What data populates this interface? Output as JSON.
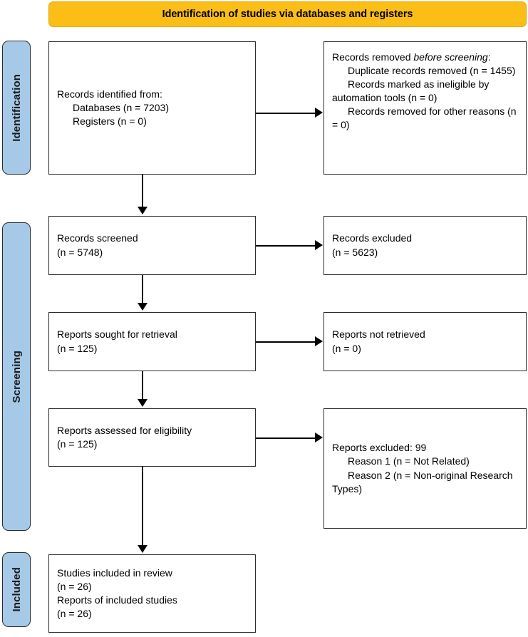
{
  "banner": {
    "title": "Identification of studies via databases and registers",
    "color": "#FBBE17"
  },
  "phases": [
    {
      "key": "identification",
      "label": "Identification"
    },
    {
      "key": "screening",
      "label": "Screening"
    },
    {
      "key": "included",
      "label": "Included"
    }
  ],
  "phase_bar_color": "#A6C9E8",
  "boxes": {
    "records_identified": {
      "line1": "Records identified from:",
      "line2": "Databases (n = 7203)",
      "line3": "Registers (n = 0)"
    },
    "records_removed": {
      "lead_plain": "Records removed ",
      "lead_italic": "before screening",
      "lead_colon": ":",
      "item1": "Duplicate records removed (n = 1455)",
      "item2": "Records marked as ineligible by automation tools (n = 0)",
      "item3": "Records removed for other reasons (n = 0)"
    },
    "records_screened": {
      "line1": "Records screened",
      "line2": "(n = 5748)"
    },
    "records_excluded": {
      "line1": "Records excluded",
      "line2": "(n = 5623)"
    },
    "reports_sought": {
      "line1": "Reports sought for retrieval",
      "line2": "(n = 125)"
    },
    "reports_not_retrieved": {
      "line1": "Reports not retrieved",
      "line2": "(n = 0)"
    },
    "reports_assessed": {
      "line1": "Reports assessed for eligibility",
      "line2": "(n = 125)"
    },
    "reports_excluded": {
      "line1": "Reports excluded: 99",
      "item1": "Reason 1 (n = Not Related)",
      "item2": "Reason 2 (n = Non-original Research Types)"
    },
    "studies_included": {
      "line1": "Studies included in review",
      "line2": "(n = 26)",
      "line3": "Reports of included studies",
      "line4": "(n = 26)"
    }
  }
}
